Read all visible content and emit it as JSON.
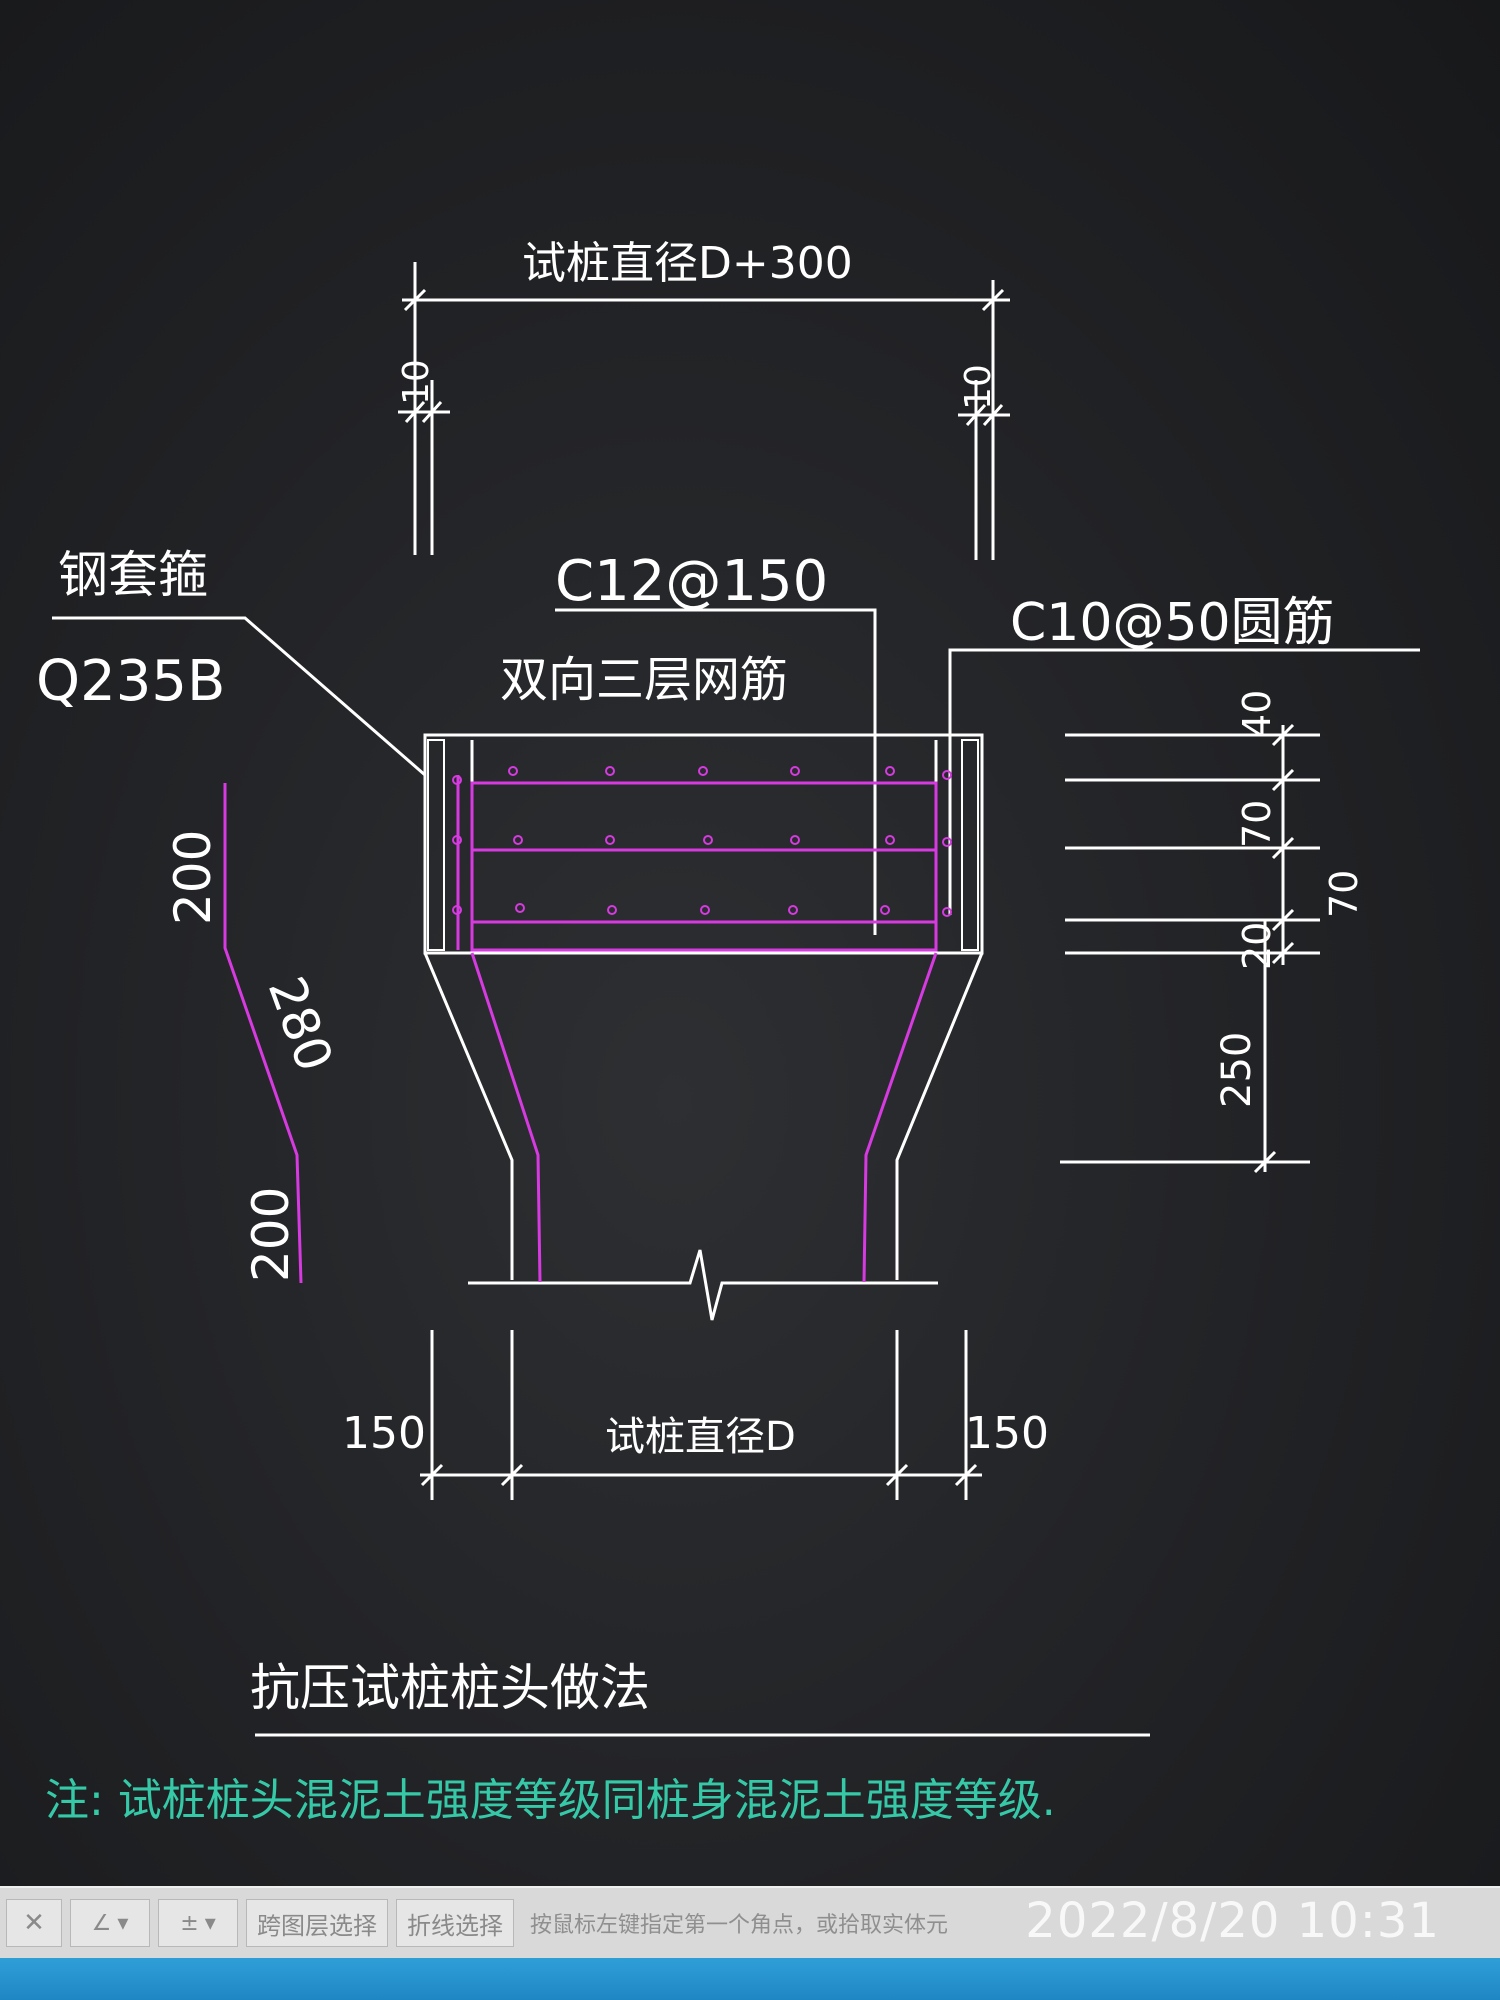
{
  "drawing": {
    "top_dimension": "试桩直径D+300",
    "offset_left": "10",
    "offset_right": "10",
    "collar_label_1": "钢套箍",
    "collar_label_2": "Q235B",
    "mesh_spec": "C12@150",
    "mesh_desc": "双向三层网筋",
    "hoop_spec": "C10@50圆筋",
    "right_dims": [
      "40",
      "70",
      "70",
      "20",
      "250"
    ],
    "left_bar_dims": [
      "200",
      "280",
      "200"
    ],
    "bottom_dim_left": "150",
    "bottom_dim_center": "试桩直径D",
    "bottom_dim_right": "150",
    "title": "抗压试桩桩头做法",
    "note": "注: 试桩桩头混泥土强度等级同桩身混泥土强度等级."
  },
  "toolbar": {
    "icon_1": "close-x-icon",
    "icon_2": "angle-dropdown-icon",
    "icon_3": "plus-minus-dropdown-icon",
    "btn_cross_layer": "跨图层选择",
    "btn_polyline": "折线选择",
    "prompt": "按鼠标左键指定第一个角点，或拾取实体元"
  },
  "timestamp": "2022/8/20  10:31",
  "colors": {
    "background": "#1b1c1e",
    "line": "#ffffff",
    "rebar": "#d63ae0",
    "note_text": "#35c9a8",
    "toolbar": "#d9d9d9",
    "taskbar": "#2196d3"
  }
}
